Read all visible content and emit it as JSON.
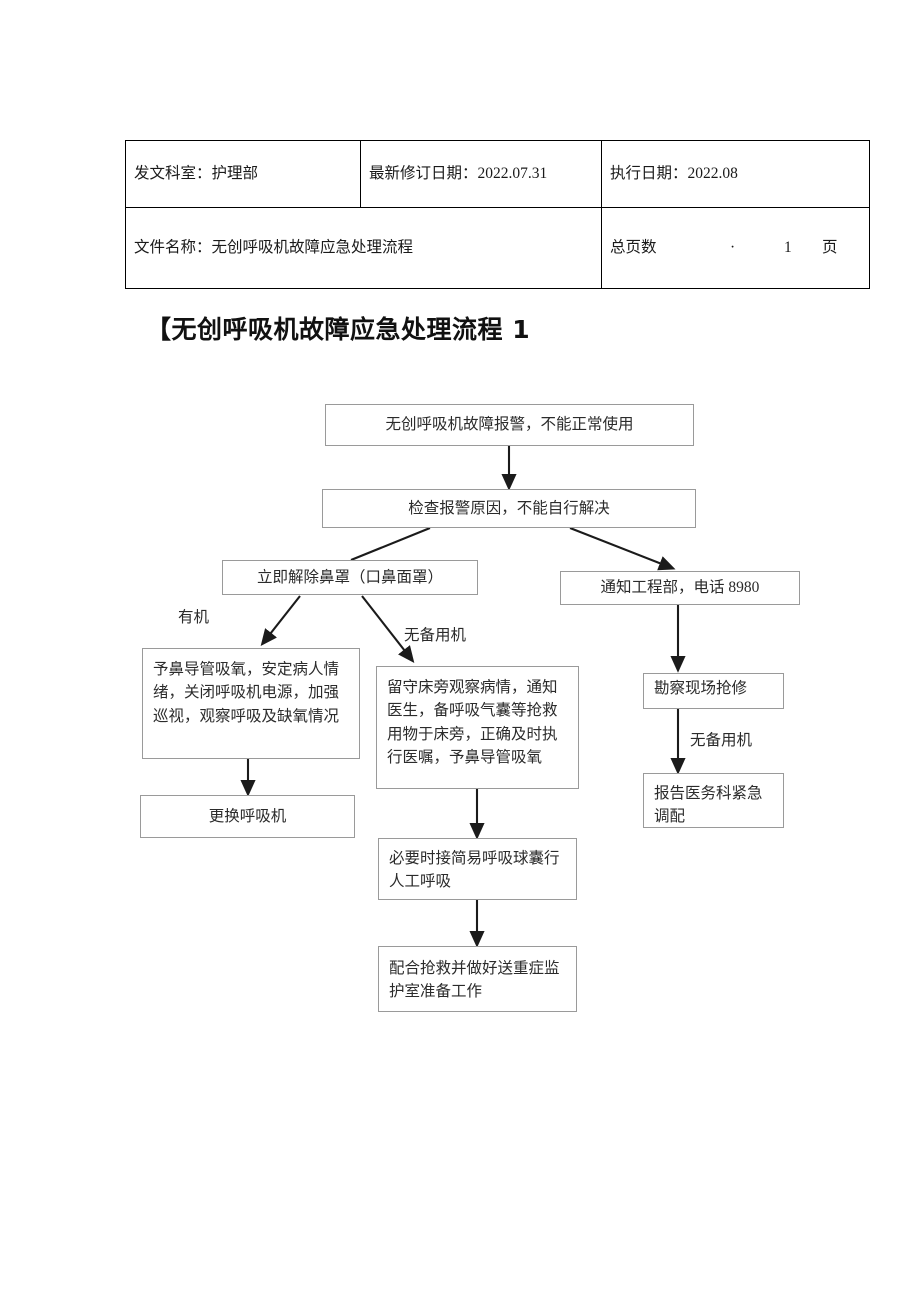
{
  "document": {
    "title": "【无创呼吸机故障应急处理流程 1",
    "header_table": {
      "row1": {
        "department_label": "发文科室：护理部",
        "revision_label": "最新修订日期：2022.07.31",
        "effective_label": "执行日期：2022.08"
      },
      "row2": {
        "filename_label": "文件名称：无创呼吸机故障应急处理流程",
        "pages_label": "总页数",
        "pages_dot": "·",
        "pages_count": "1",
        "pages_unit": "页"
      }
    }
  },
  "chart_data": {
    "type": "diagram",
    "title": "无创呼吸机故障应急处理流程",
    "nodes": [
      {
        "id": "n1",
        "label": "无创呼吸机故障报警，不能正常使用"
      },
      {
        "id": "n2",
        "label": "检查报警原因，不能自行解决"
      },
      {
        "id": "n3",
        "label": "立即解除鼻罩（口鼻面罩）"
      },
      {
        "id": "n4",
        "label": "通知工程部，电话 8980"
      },
      {
        "id": "n5",
        "label": "予鼻导管吸氧，安定病人情绪，关闭呼吸机电源，加强巡视，观察呼吸及缺氧情况"
      },
      {
        "id": "n6",
        "label": "留守床旁观察病情，通知医生，备呼吸气囊等抢救用物于床旁，正确及时执行医嘱，予鼻导管吸氧"
      },
      {
        "id": "n7",
        "label": "勘察现场抢修"
      },
      {
        "id": "n8",
        "label": "更换呼吸机"
      },
      {
        "id": "n9",
        "label": "报告医务科紧急调配"
      },
      {
        "id": "n10",
        "label": "必要时接简易呼吸球囊行人工呼吸"
      },
      {
        "id": "n11",
        "label": "配合抢救并做好送重症监护室准备工作"
      }
    ],
    "edge_labels": [
      {
        "id": "e1",
        "label": "有机"
      },
      {
        "id": "e2",
        "label": "无备用机"
      },
      {
        "id": "e3",
        "label": "无备用机"
      }
    ],
    "edges": [
      {
        "from": "n1",
        "to": "n2"
      },
      {
        "from": "n2",
        "to": "n3"
      },
      {
        "from": "n2",
        "to": "n4"
      },
      {
        "from": "n3",
        "to": "n5",
        "label": "有机"
      },
      {
        "from": "n3",
        "to": "n6",
        "label": "无备用机"
      },
      {
        "from": "n4",
        "to": "n7"
      },
      {
        "from": "n5",
        "to": "n8"
      },
      {
        "from": "n6",
        "to": "n10"
      },
      {
        "from": "n7",
        "to": "n9",
        "label": "无备用机"
      },
      {
        "from": "n10",
        "to": "n11"
      }
    ]
  }
}
